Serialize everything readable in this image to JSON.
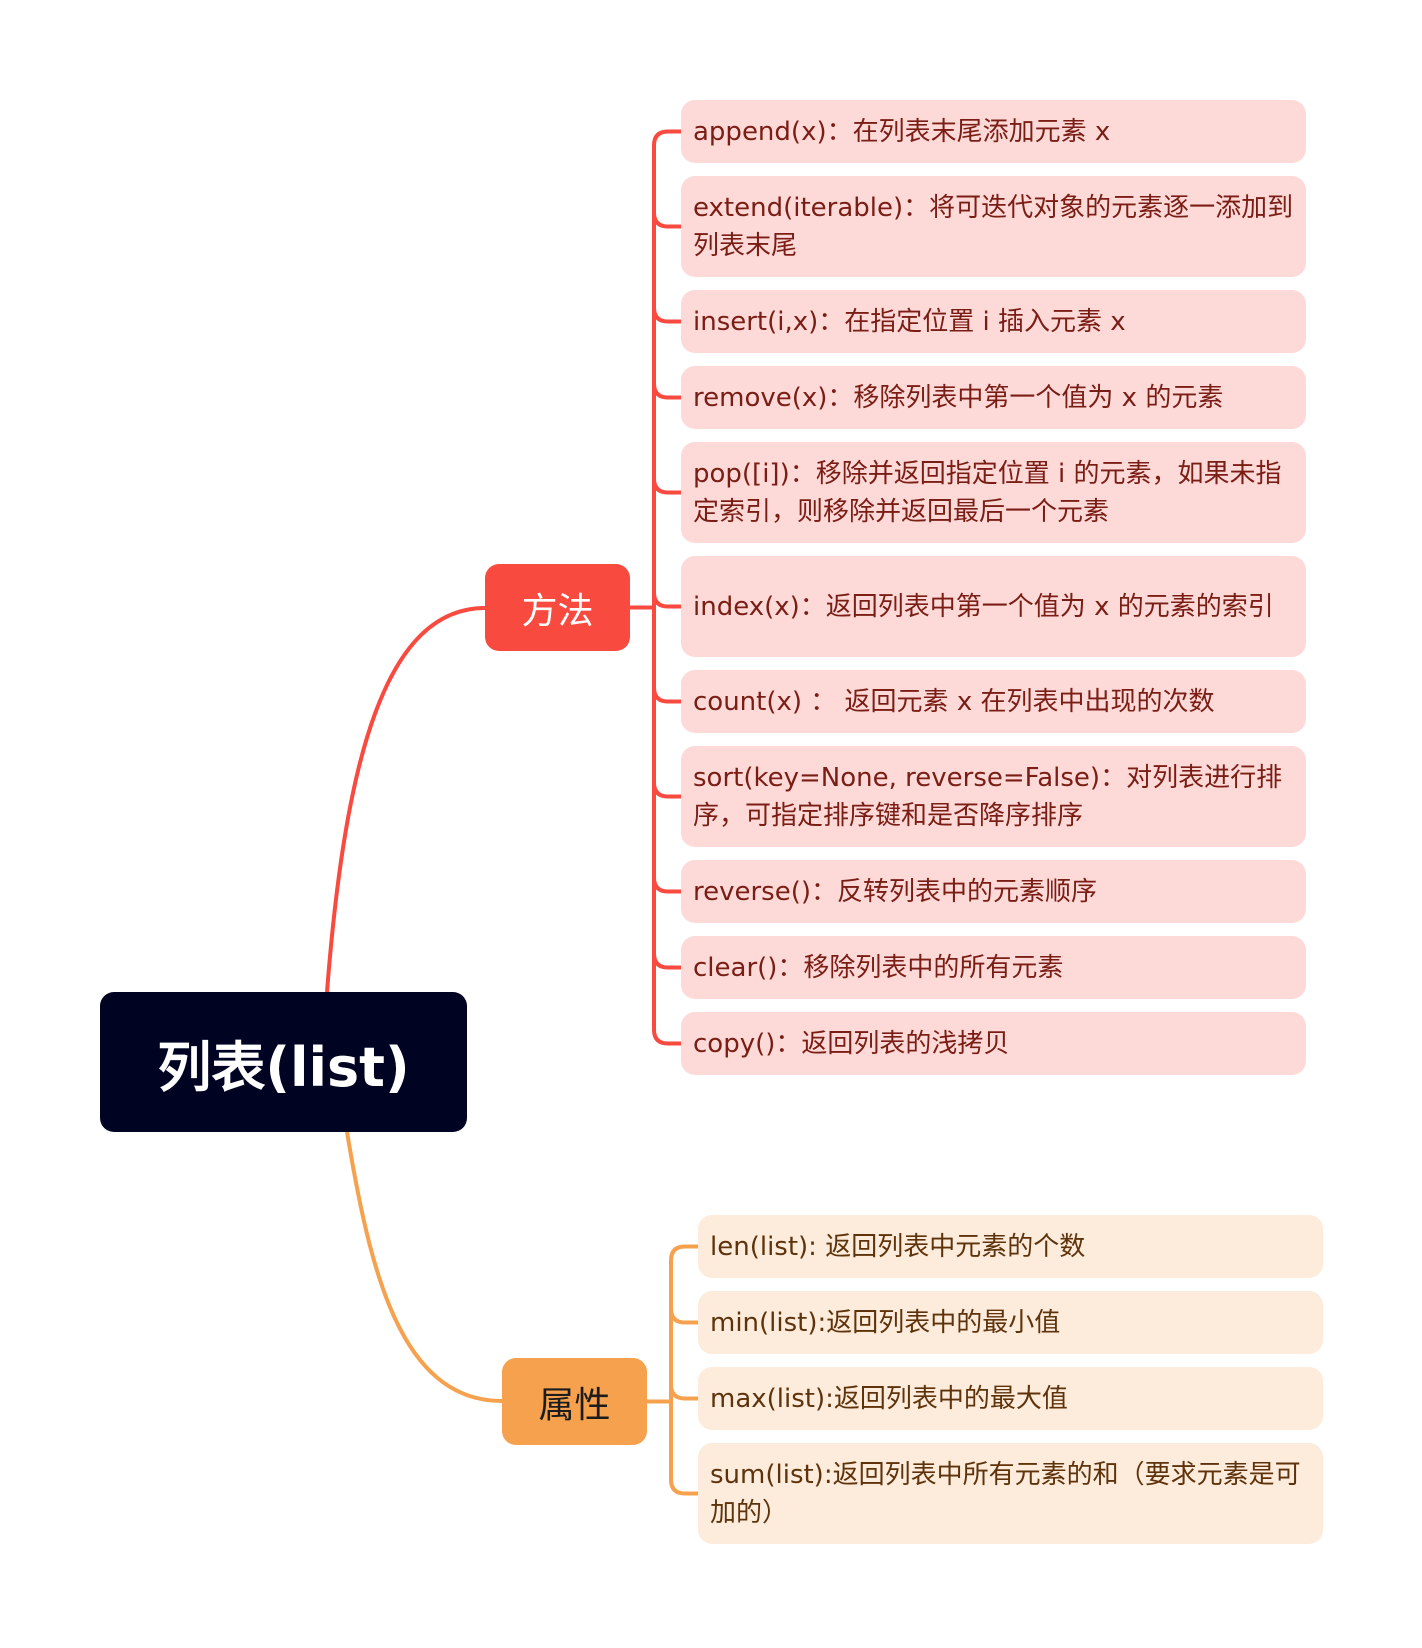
{
  "root": {
    "label": "列表(list)"
  },
  "branches": [
    {
      "label": "方法",
      "color": "#f94a40",
      "leaf_color": "#fdd9d8",
      "items": [
        {
          "text": "append(x)：在列表末尾添加元素 x"
        },
        {
          "text": "extend(iterable)：将可迭代对象的元素逐一添加到列表末尾"
        },
        {
          "text": "insert(i,x)：在指定位置 i 插入元素 x"
        },
        {
          "text": "remove(x)：移除列表中第一个值为 x 的元素"
        },
        {
          "text": "pop([i])：移除并返回指定位置 i 的元素，如果未指定索引，则移除并返回最后一个元素"
        },
        {
          "text": "index(x)：返回列表中第一个值为 x 的元素的索引"
        },
        {
          "text": "count(x) ： 返回元素 x 在列表中出现的次数"
        },
        {
          "text": "sort(key=None, reverse=False)：对列表进行排序，可指定排序键和是否降序排序"
        },
        {
          "text": "reverse()：反转列表中的元素顺序"
        },
        {
          "text": "clear()：移除列表中的所有元素"
        },
        {
          "text": "copy()：返回列表的浅拷贝"
        }
      ]
    },
    {
      "label": "属性",
      "color": "#f5a14d",
      "leaf_color": "#fdebdb",
      "items": [
        {
          "text": "len(list): 返回列表中元素的个数"
        },
        {
          "text": "min(list):返回列表中的最小值"
        },
        {
          "text": "max(list):返回列表中的最大值"
        },
        {
          "text": "sum(list):返回列表中所有元素的和（要求元素是可加的）"
        }
      ]
    }
  ]
}
